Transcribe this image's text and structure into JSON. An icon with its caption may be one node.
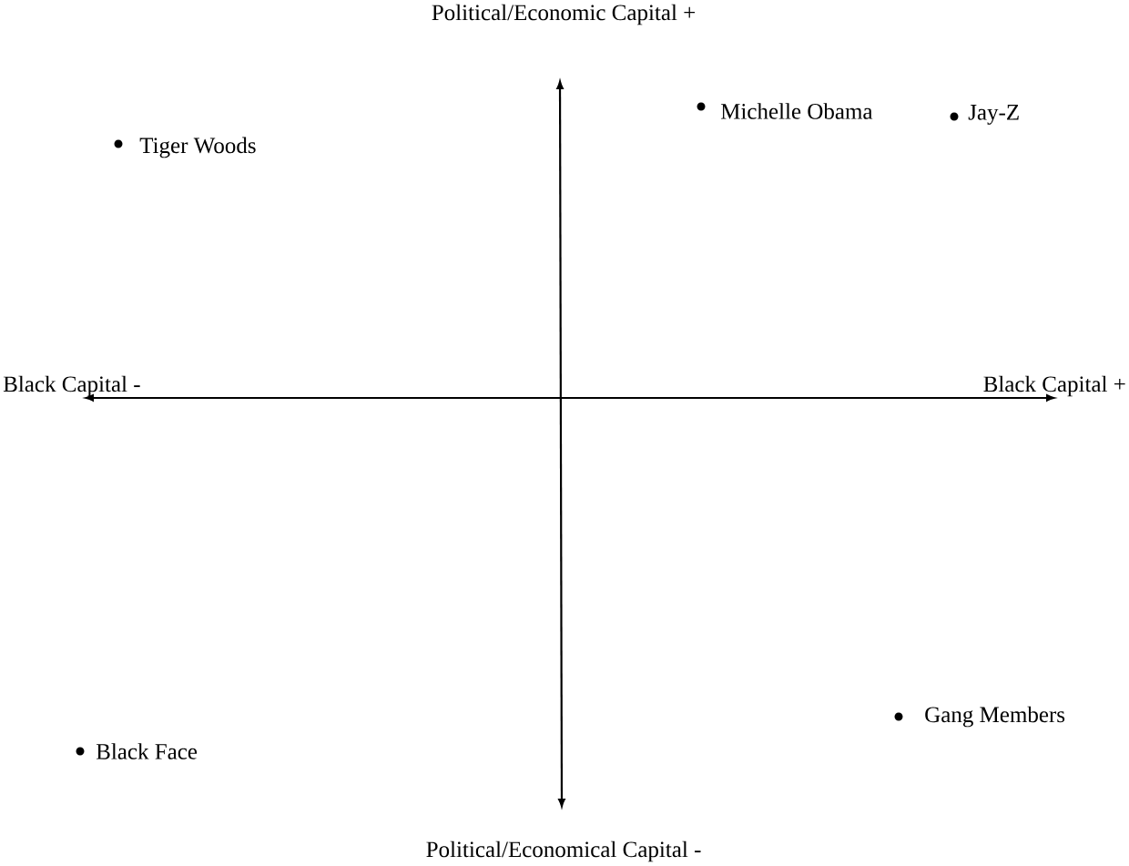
{
  "diagram": {
    "labels": [
      "Political/Economic Capital +",
      "Michelle Obama",
      "Jay-Z",
      "Tiger Woods",
      "Black Capital -",
      "Black Capital +",
      "Gang Members",
      "Black Face",
      "Political/Economical Capital -"
    ]
  }
}
